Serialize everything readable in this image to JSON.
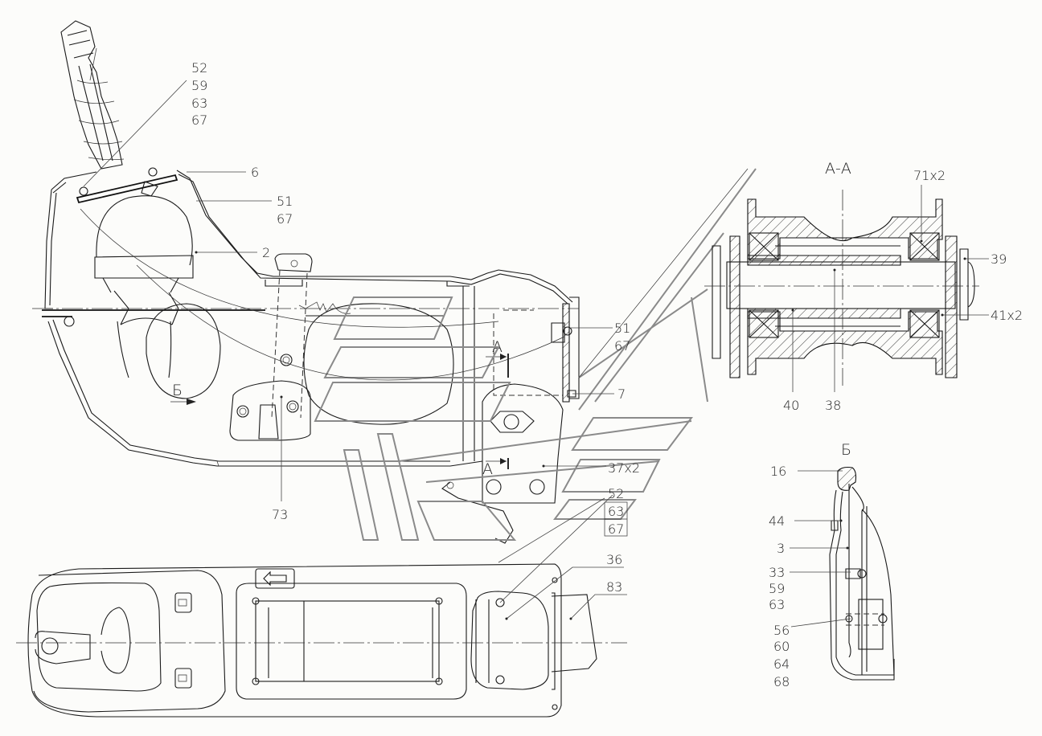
{
  "drawing": {
    "type": "technical assembly drawing",
    "section_title": "А-А",
    "view_title": "Б",
    "section_markers": [
      "А",
      "А",
      "Б"
    ]
  },
  "callouts": {
    "main_view": {
      "c52_group": [
        "52",
        "59",
        "63",
        "67"
      ],
      "c6": "6",
      "c51_group_top": [
        "51",
        "67"
      ],
      "c2": "2",
      "c51_group_right": [
        "51",
        "67"
      ],
      "c7": "7",
      "c37": "37x2",
      "c52_group_bottom": [
        "52",
        "63",
        "67"
      ],
      "c73": "73"
    },
    "section_aa": {
      "c71": "71x2",
      "c39": "39",
      "c41": "41x2",
      "c40": "40",
      "c38": "38"
    },
    "view_b": {
      "c16": "16",
      "c44": "44",
      "c3": "3",
      "c33_group": [
        "33",
        "59",
        "63"
      ],
      "c56_group": [
        "56",
        "60",
        "64",
        "68"
      ]
    },
    "plan_view": {
      "c36": "36",
      "c83": "83"
    }
  }
}
